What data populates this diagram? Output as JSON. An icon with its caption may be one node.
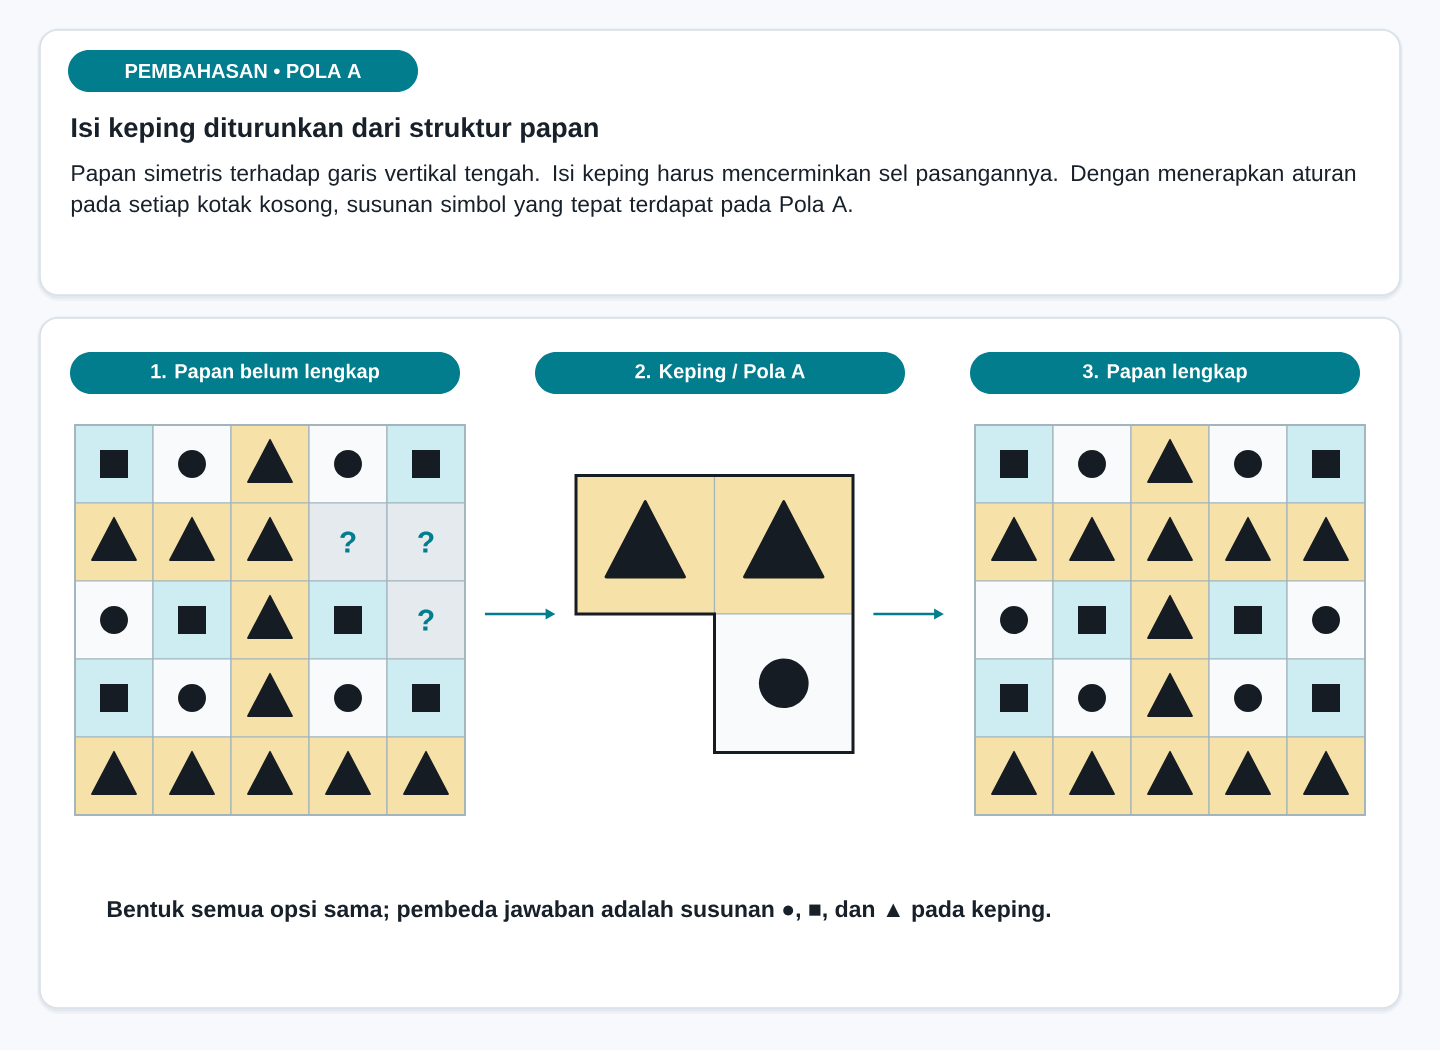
{
  "diagram": {
    "title": "Isi keping diturunkan dari struktur papan",
    "caption": "Bentuk semua opsi sama; pembeda jawaban adalah susunan ●, ■, dan ▲ pada keping.",
    "nodes": [
      {
        "text": [
          "PEMBAHASAN • POLA A"
        ]
      },
      {
        "text": [
          "1. Papan belum lengkap"
        ]
      },
      {
        "text": [
          "2. Keping / Pola A"
        ]
      },
      {
        "text": [
          "3. Papan lengkap"
        ]
      },
      {
        "text": [],
        "shape": "grid"
      },
      {
        "text": [],
        "shape": "box",
        "in": 4
      },
      {
        "text": [],
        "shape": "box",
        "in": 4
      },
      {
        "text": [],
        "shape": "box",
        "in": 4
      },
      {
        "text": [],
        "shape": "box",
        "in": 4
      },
      {
        "text": [],
        "shape": "box",
        "in": 4
      },
      {
        "text": [],
        "shape": "box",
        "in": 4
      },
      {
        "text": [],
        "shape": "box",
        "in": 4
      },
      {
        "text": [],
        "shape": "box",
        "in": 4
      },
      {
        "text": [
          "?"
        ],
        "in": 4
      },
      {
        "text": [
          "?"
        ],
        "in": 4
      },
      {
        "text": [],
        "shape": "box",
        "in": 4
      },
      {
        "text": [],
        "shape": "box",
        "in": 4
      },
      {
        "text": [],
        "shape": "box",
        "in": 4
      },
      {
        "text": [],
        "shape": "box",
        "in": 4
      },
      {
        "text": [
          "?"
        ],
        "in": 4
      },
      {
        "text": [],
        "shape": "box",
        "in": 4
      },
      {
        "text": [],
        "shape": "box",
        "in": 4
      },
      {
        "text": [],
        "shape": "box",
        "in": 4
      },
      {
        "text": [],
        "shape": "box",
        "in": 4
      },
      {
        "text": [],
        "shape": "box",
        "in": 4
      },
      {
        "text": [],
        "shape": "box",
        "in": 4
      },
      {
        "text": [],
        "shape": "box",
        "in": 4
      },
      {
        "text": [],
        "shape": "box",
        "in": 4
      },
      {
        "text": [],
        "shape": "box",
        "in": 4
      },
      {
        "text": [],
        "shape": "box",
        "in": 4
      },
      {
        "text": [],
        "shape": "grid"
      },
      {
        "text": [],
        "shape": "box",
        "in": 30
      },
      {
        "text": [],
        "shape": "box",
        "in": 30
      },
      {
        "text": [],
        "shape": "box",
        "in": 30
      },
      {
        "text": [],
        "shape": "grid"
      },
      {
        "text": [],
        "shape": "box",
        "in": 34
      },
      {
        "text": [],
        "shape": "box",
        "in": 34
      },
      {
        "text": [],
        "shape": "box",
        "in": 34
      },
      {
        "text": [],
        "shape": "box",
        "in": 34
      },
      {
        "text": [],
        "shape": "box",
        "in": 34
      },
      {
        "text": [],
        "shape": "box",
        "in": 34
      },
      {
        "text": [],
        "shape": "box",
        "in": 34
      },
      {
        "text": [],
        "shape": "box",
        "in": 34
      },
      {
        "text": [],
        "shape": "box",
        "in": 34
      },
      {
        "text": [],
        "shape": "box",
        "in": 34
      },
      {
        "text": [],
        "shape": "box",
        "in": 34
      },
      {
        "text": [],
        "shape": "box",
        "in": 34
      },
      {
        "text": [],
        "shape": "box",
        "in": 34
      },
      {
        "text": [],
        "shape": "box",
        "in": 34
      },
      {
        "text": [],
        "shape": "box",
        "in": 34
      },
      {
        "text": [],
        "shape": "box",
        "in": 34
      },
      {
        "text": [],
        "shape": "box",
        "in": 34
      },
      {
        "text": [],
        "shape": "box",
        "in": 34
      },
      {
        "text": [],
        "shape": "box",
        "in": 34
      },
      {
        "text": [],
        "shape": "box",
        "in": 34
      },
      {
        "text": [],
        "shape": "box",
        "in": 34
      },
      {
        "text": [],
        "shape": "box",
        "in": 34
      },
      {
        "text": [],
        "shape": "box",
        "in": 34
      },
      {
        "text": [],
        "shape": "box",
        "in": 34
      },
      {
        "text": [],
        "shape": "box",
        "in": 34
      }
    ],
    "edges": [
      {
        "from": 4,
        "to": 30,
        "arrow": "to"
      },
      {
        "from": 30,
        "to": 34,
        "arrow": "to"
      }
    ],
    "labels": [
      "Papan simetris terhadap garis vertikal tengah. Isi keping harus mencerminkan sel pasangannya. Dengan menerapkan aturan pada setiap kotak kosong, susunan simbol yang tepat terdapat pada Pola A."
    ]
  }
}
